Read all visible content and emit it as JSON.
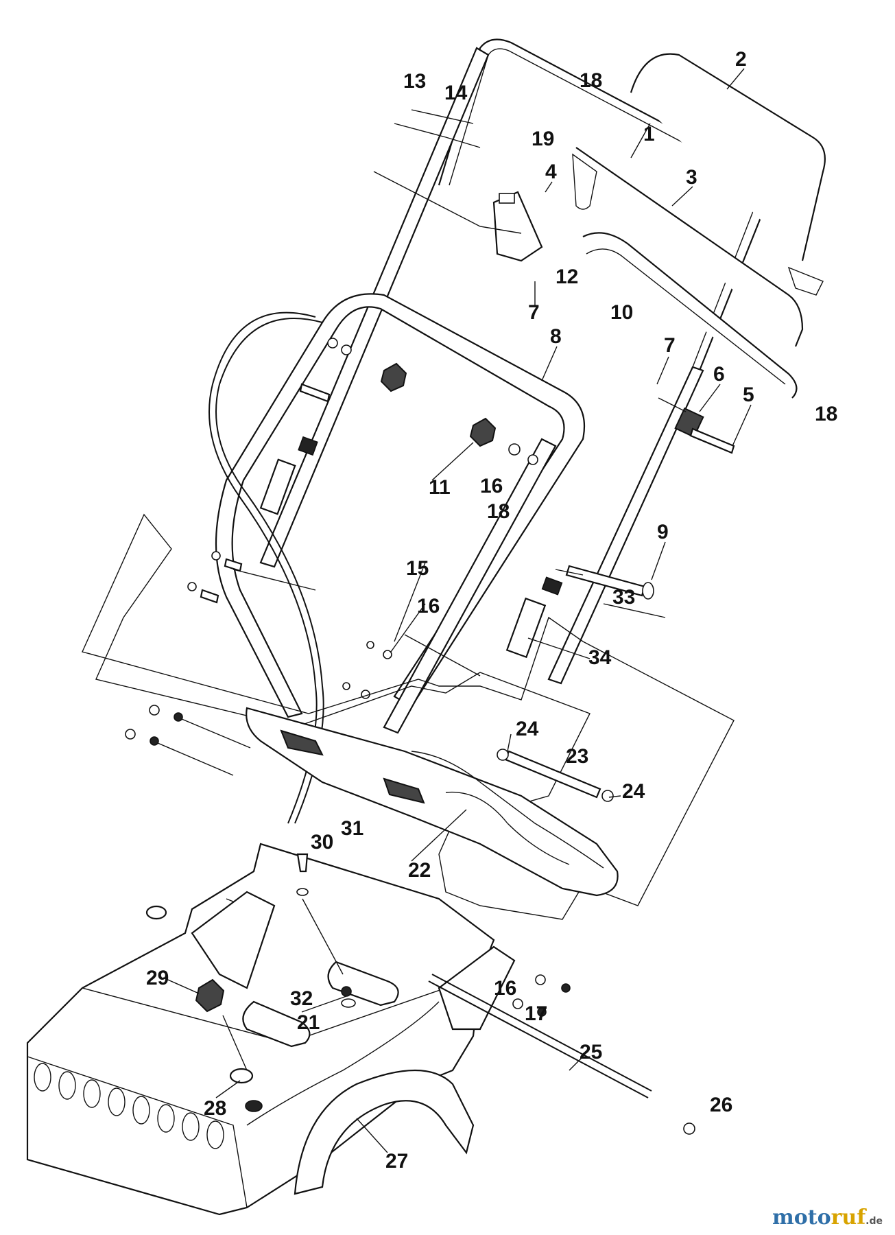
{
  "diagram": {
    "labels": {
      "p1": "1",
      "p2": "2",
      "p3": "3",
      "p4": "4",
      "p5": "5",
      "p6": "6",
      "p7a": "7",
      "p7b": "7",
      "p8": "8",
      "p9": "9",
      "p10": "10",
      "p11": "11",
      "p12": "12",
      "p13": "13",
      "p14": "14",
      "p15": "15",
      "p16a": "16",
      "p16b": "16",
      "p16c": "16",
      "p17": "17",
      "p18a": "18",
      "p18b": "18",
      "p18c": "18",
      "p19": "19",
      "p21": "21",
      "p22": "22",
      "p23": "23",
      "p24a": "24",
      "p24b": "24",
      "p25": "25",
      "p26": "26",
      "p27": "27",
      "p28": "28",
      "p29": "29",
      "p30": "30",
      "p31": "31",
      "p32": "32",
      "p33": "33",
      "p34": "34"
    }
  },
  "watermark": {
    "main": "moto",
    "accent": "ruf",
    "tld": ".de"
  }
}
